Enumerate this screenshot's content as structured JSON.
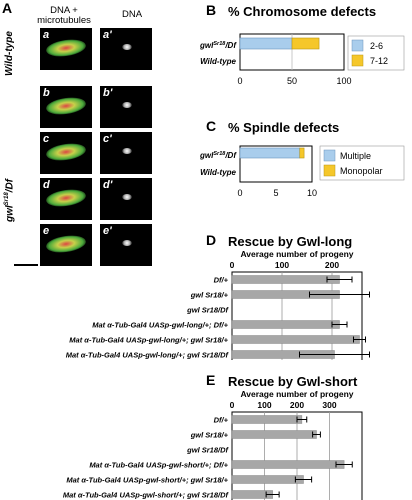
{
  "panel_a": {
    "letter": "A",
    "col_headers": [
      "DNA +\nmicrotubules",
      "DNA"
    ],
    "row_group_labels": [
      "Wild-type",
      "gwl Sr18/Df"
    ],
    "image_labels": [
      [
        "a",
        "a'"
      ],
      [
        "b",
        "b'"
      ],
      [
        "c",
        "c'"
      ],
      [
        "d",
        "d'"
      ],
      [
        "e",
        "e'"
      ]
    ]
  },
  "panel_b": {
    "letter": "B",
    "title": "% Chromosome defects",
    "rows": [
      "gwl Sr18/Df",
      "Wild-type"
    ],
    "legend": [
      "2-6",
      "7-12"
    ],
    "colors": [
      "#a9cdec",
      "#f5c72a"
    ],
    "ticks": [
      "0",
      "50",
      "100"
    ]
  },
  "panel_c": {
    "letter": "C",
    "title": "% Spindle defects",
    "rows": [
      "gwl Sr18/Df",
      "Wild-type"
    ],
    "legend": [
      "Multiple",
      "Monopolar"
    ],
    "colors": [
      "#a9cdec",
      "#f5c72a"
    ],
    "ticks": [
      "0",
      "5",
      "10"
    ]
  },
  "panel_d": {
    "letter": "D",
    "title": "Rescue by Gwl-long",
    "axis_title": "Average number of progeny",
    "ticks": [
      "0",
      "100",
      "200"
    ],
    "rows": [
      "Df/+",
      "gwl Sr18/+",
      "gwl Sr18/Df",
      "Mat α-Tub-Gal4 UASp-gwl-long/+; Df/+",
      "Mat α-Tub-Gal4 UASp-gwl-long/+; gwl Sr18/+",
      "Mat α-Tub-Gal4 UASp-gwl-long/+; gwl Sr18/Df"
    ]
  },
  "panel_e": {
    "letter": "E",
    "title": "Rescue by Gwl-short",
    "axis_title": "Average number of progeny",
    "ticks": [
      "0",
      "100",
      "200",
      "300"
    ],
    "rows": [
      "Df/+",
      "gwl Sr18/+",
      "gwl Sr18/Df",
      "Mat α-Tub-Gal4 UASp-gwl-short/+; Df/+",
      "Mat α-Tub-Gal4 UASp-gwl-short/+; gwl Sr18/+",
      "Mat α-Tub-Gal4 UASp-gwl-short/+; gwl Sr18/Df"
    ]
  },
  "chart_data": [
    {
      "type": "bar",
      "title": "% Chromosome defects",
      "orientation": "horizontal",
      "stacked": true,
      "categories": [
        "gwl Sr18/Df",
        "Wild-type"
      ],
      "series": [
        {
          "name": "2-6",
          "values": [
            50,
            1
          ]
        },
        {
          "name": "7-12",
          "values": [
            26,
            0
          ]
        }
      ],
      "xlim": [
        0,
        100
      ],
      "grid": true,
      "legend": "right"
    },
    {
      "type": "bar",
      "title": "% Spindle defects",
      "orientation": "horizontal",
      "stacked": true,
      "categories": [
        "gwl Sr18/Df",
        "Wild-type"
      ],
      "series": [
        {
          "name": "Multiple",
          "values": [
            8.3,
            0
          ]
        },
        {
          "name": "Monopolar",
          "values": [
            0.6,
            0
          ]
        }
      ],
      "xlim": [
        0,
        10
      ],
      "legend": "right"
    },
    {
      "type": "bar",
      "title": "Rescue by Gwl-long",
      "orientation": "horizontal",
      "xlabel": "Average number of progeny",
      "categories": [
        "Df/+",
        "gwl Sr18/+",
        "gwl Sr18/Df",
        "Mat α-Tub-Gal4 UASp-gwl-long/+; Df/+",
        "Mat α-Tub-Gal4 UASp-gwl-long/+; gwl Sr18/+",
        "Mat α-Tub-Gal4 UASp-gwl-long/+; gwl Sr18/Df"
      ],
      "values": [
        215,
        215,
        0,
        215,
        255,
        205
      ],
      "errors": [
        25,
        60,
        0,
        15,
        12,
        70
      ],
      "xlim": [
        0,
        260
      ],
      "grid": true
    },
    {
      "type": "bar",
      "title": "Rescue by Gwl-short",
      "orientation": "horizontal",
      "xlabel": "Average number of progeny",
      "categories": [
        "Df/+",
        "gwl Sr18/+",
        "gwl Sr18/Df",
        "Mat α-Tub-Gal4 UASp-gwl-short/+; Df/+",
        "Mat α-Tub-Gal4 UASp-gwl-short/+; gwl Sr18/+",
        "Mat α-Tub-Gal4 UASp-gwl-short/+; gwl Sr18/Df"
      ],
      "values": [
        215,
        260,
        0,
        345,
        220,
        125
      ],
      "errors": [
        15,
        12,
        0,
        25,
        25,
        20
      ],
      "xlim": [
        0,
        400
      ],
      "grid": true
    }
  ]
}
